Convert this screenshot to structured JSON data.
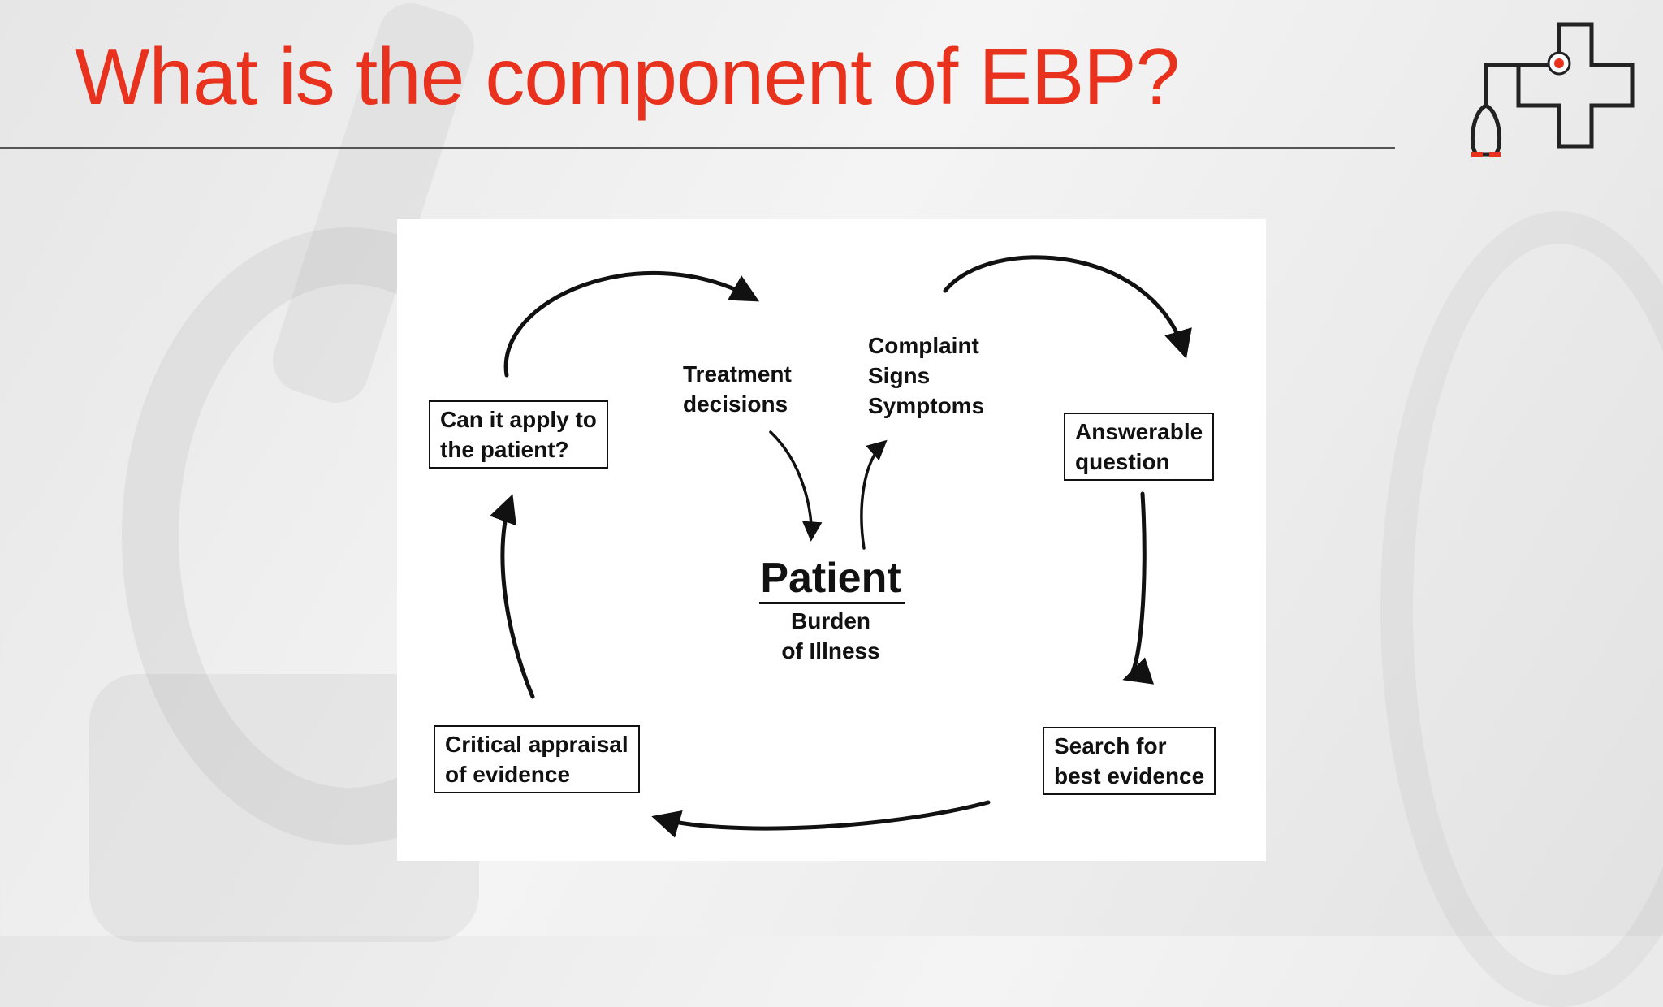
{
  "slide": {
    "title": "What is the component of EBP?",
    "title_color": "#e8321e",
    "logo_icon": "medical-cross-stethoscope-icon"
  },
  "diagram": {
    "center": {
      "title": "Patient",
      "subtitle_lines": [
        "Burden",
        "of Illness"
      ]
    },
    "boxes": {
      "apply": [
        "Can it apply to",
        "the patient?"
      ],
      "question": [
        "Answerable",
        "question"
      ],
      "search": [
        "Search for",
        "best evidence"
      ],
      "appraisal": [
        "Critical appraisal",
        "of evidence"
      ]
    },
    "labels": {
      "treatment": [
        "Treatment",
        "decisions"
      ],
      "complaint": [
        "Complaint",
        "Signs",
        "Symptoms"
      ]
    }
  }
}
